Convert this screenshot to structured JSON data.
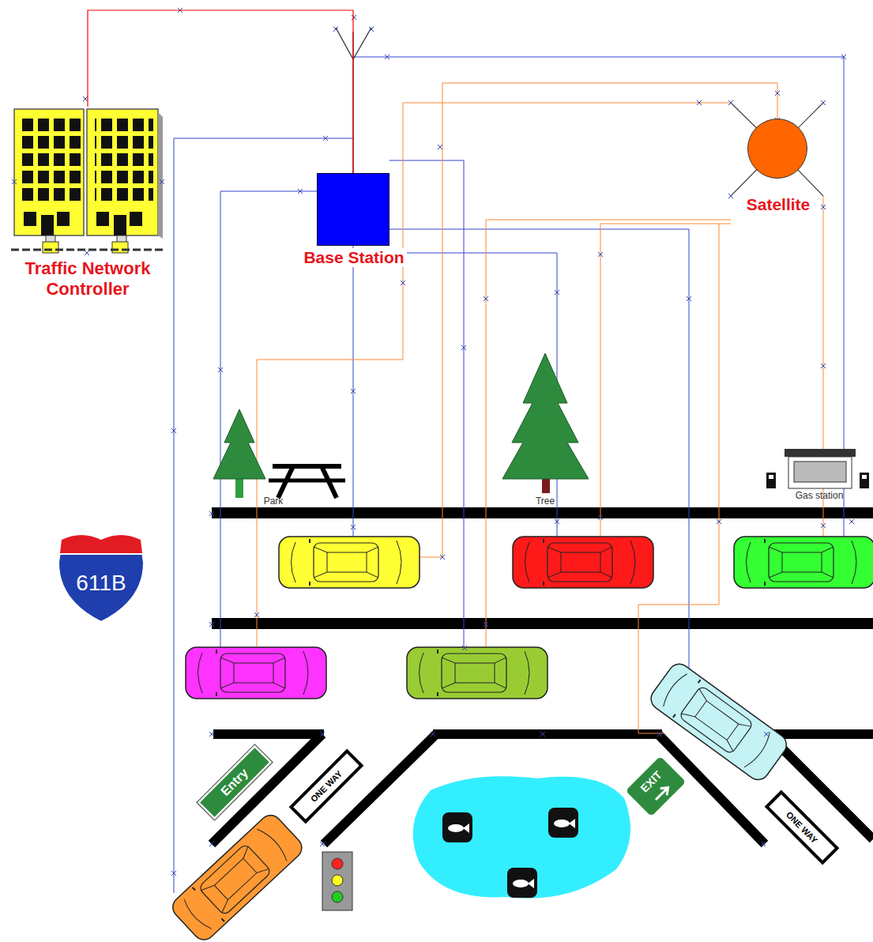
{
  "diagram": {
    "nodes": [
      {
        "text": [
          "Traffic Network Controller"
        ]
      },
      {
        "text": [
          "Base Station"
        ]
      },
      {
        "text": [
          "Satellite"
        ]
      }
    ],
    "edges": [
      {
        "from": 0,
        "to": 1,
        "arrow": "none"
      }
    ],
    "labels": [
      "Park",
      "Tree",
      "Gas station",
      "611B",
      "Entry",
      "ONE WAY",
      "EXIT",
      "ONE WAY"
    ]
  }
}
